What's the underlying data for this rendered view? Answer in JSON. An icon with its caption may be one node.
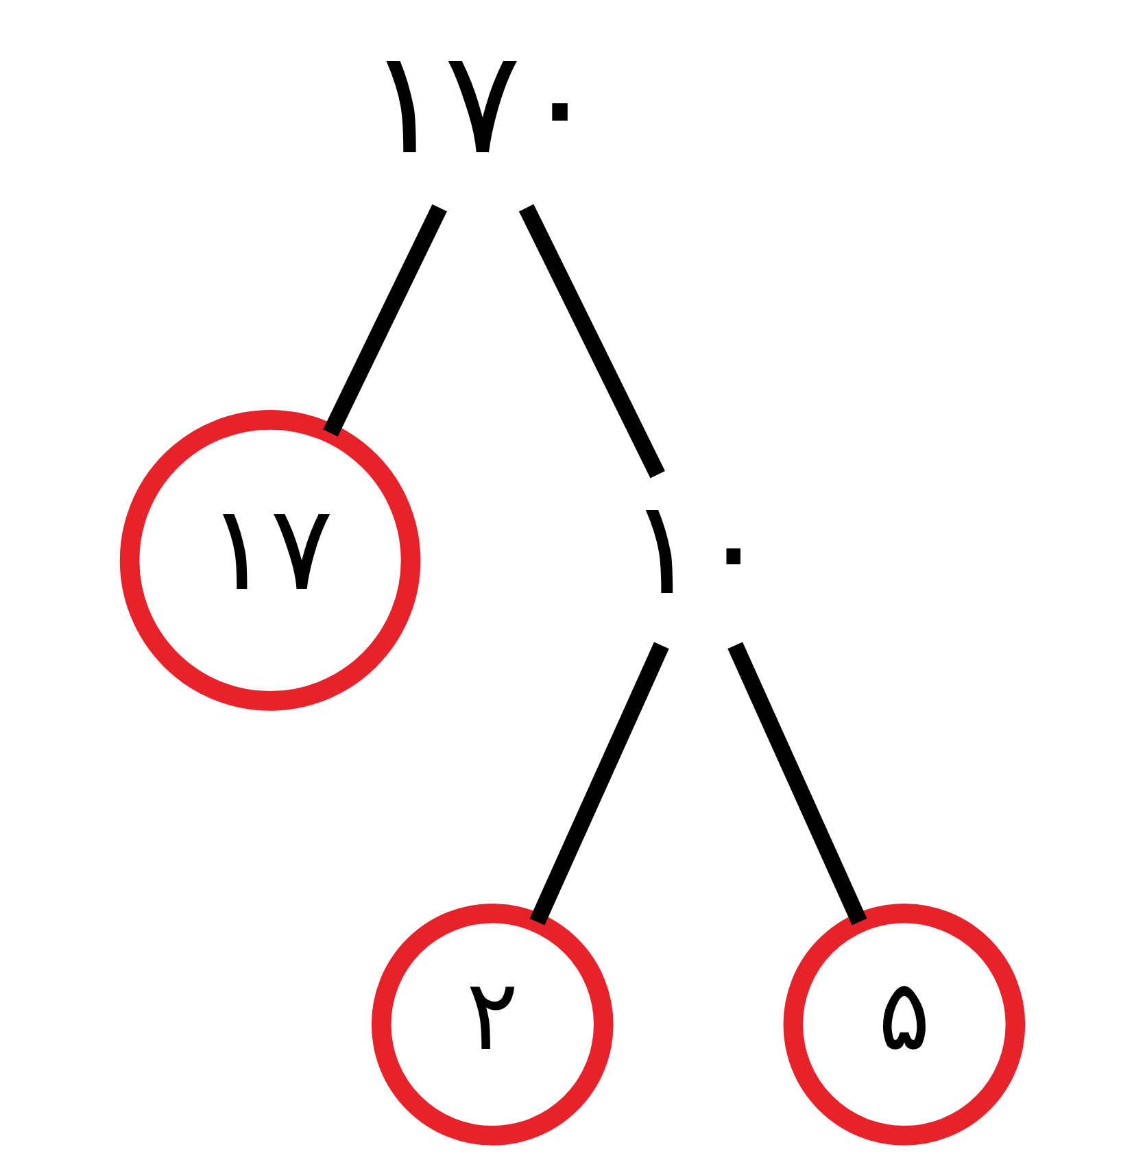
{
  "diagram": {
    "nodes": [
      {
        "text": [
          "۱۷۰"
        ]
      },
      {
        "text": [
          "۱۷"
        ]
      },
      {
        "text": [
          "۱۰"
        ]
      },
      {
        "text": [
          "۲"
        ]
      },
      {
        "text": [
          "۵"
        ]
      }
    ],
    "edges": [
      {
        "from": 0,
        "to": 1,
        "arrow": "none"
      },
      {
        "from": 0,
        "to": 2,
        "arrow": "none"
      },
      {
        "from": 2,
        "to": 3,
        "arrow": "none"
      },
      {
        "from": 2,
        "to": 4,
        "arrow": "none"
      }
    ]
  }
}
